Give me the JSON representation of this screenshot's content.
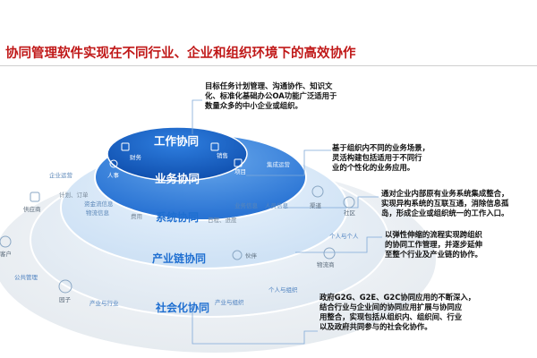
{
  "title": "协同管理软件实现在不同行业、企业和组织环境下的高效协作",
  "layers": [
    {
      "name": "工作协同",
      "color": "#ffffff"
    },
    {
      "name": "业务协同",
      "color": "#ffffff"
    },
    {
      "name": "系统协同",
      "color": "#1f6fd1"
    },
    {
      "name": "产业链协同",
      "color": "#1f6fd1"
    },
    {
      "name": "社会化协同",
      "color": "#1f6fd1"
    }
  ],
  "inner_items": {
    "finance": "财务",
    "sales": "销售",
    "hr": "人事",
    "project": "项目",
    "integrated_ops": "集成运营",
    "business_info": "业务信息",
    "personnel_info": "人员信息",
    "fund_info": "资金流信息",
    "logistics_info": "物流信息",
    "plan_order": "计划、订单",
    "cost": "费用",
    "schedule_progress": "日程、进度",
    "enterprise_ops": "企业运营"
  },
  "outer_items": {
    "supplier": "供应商",
    "channel": "渠道",
    "community": "社区",
    "partner": "伙伴",
    "logistics_provider": "物流商",
    "customer": "客户",
    "public_management": "公共管理",
    "park": "园子",
    "person_to_person": "个人与个人",
    "person_to_org": "个人与组织",
    "industry_to_industry": "产业与行业",
    "industry_to_org": "产业与组织"
  },
  "descriptions": [
    "目标任务计划管理、沟通协作、知识文\n化、标准化基础办公OA功能广泛适用于\n数量众多的中小企业或组织。",
    "基于组织内不同的业务场景，\n灵活构建包括适用于不同行\n业的个性化的业务应用。",
    "通对企业内部原有业务系统集成整合，\n实现异构系统的互联互通，消除信息孤\n岛，形成企业或组织统一的工作入口。",
    "以弹性伸缩的流程实现跨组织\n的协同工作管理，并逐步延伸\n至整个行业及产业链的协作。",
    "政府G2G、G2E、G2C协同应用的不断深入，\n结合行业与企业间的协同应用扩展与协同应\n用整合，实现包括从组织内、组织间、行业\n以及政府共同参与的社会化协作。"
  ],
  "colors": {
    "title": "#c01818",
    "core_blue": "#1c64c8",
    "core_light": "#3d8ce6",
    "ring_light": "#d9eaf9",
    "ring_outer": "#eef2f6",
    "accent_blue": "#1f6fd1",
    "leader": "#7fa9d8"
  }
}
